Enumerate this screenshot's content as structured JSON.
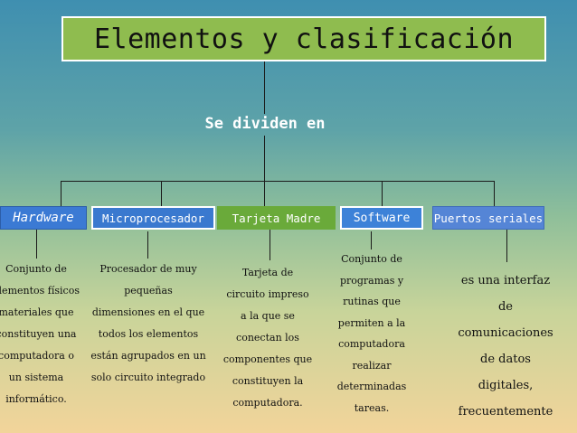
{
  "title": "Elementos y clasificación",
  "subtitle": "Se dividen en",
  "categories": [
    {
      "label": "Hardware",
      "description": [
        "Conjunto de",
        "elementos físicos",
        "materiales que",
        "constituyen una",
        "computadora o",
        "un sistema",
        "informático."
      ]
    },
    {
      "label": "Microprocesador",
      "description": [
        "Procesador de muy",
        "pequeñas",
        "dimensiones en el que",
        "todos los elementos",
        "están agrupados en un",
        "solo circuito integrado"
      ]
    },
    {
      "label": "Tarjeta Madre",
      "description": [
        "Tarjeta de",
        "circuito impreso",
        "a la que se",
        "conectan los",
        "componentes que",
        "constituyen la",
        "computadora."
      ]
    },
    {
      "label": "Software",
      "description": [
        "Conjunto de",
        "programas y",
        "rutinas que",
        "permiten a la",
        "computadora",
        "realizar",
        "determinadas",
        "tareas."
      ]
    },
    {
      "label": "Puertos seriales",
      "description": [
        "es una interfaz",
        "de",
        "comunicaciones",
        "de datos",
        "digitales,",
        "frecuentemente"
      ]
    }
  ]
}
